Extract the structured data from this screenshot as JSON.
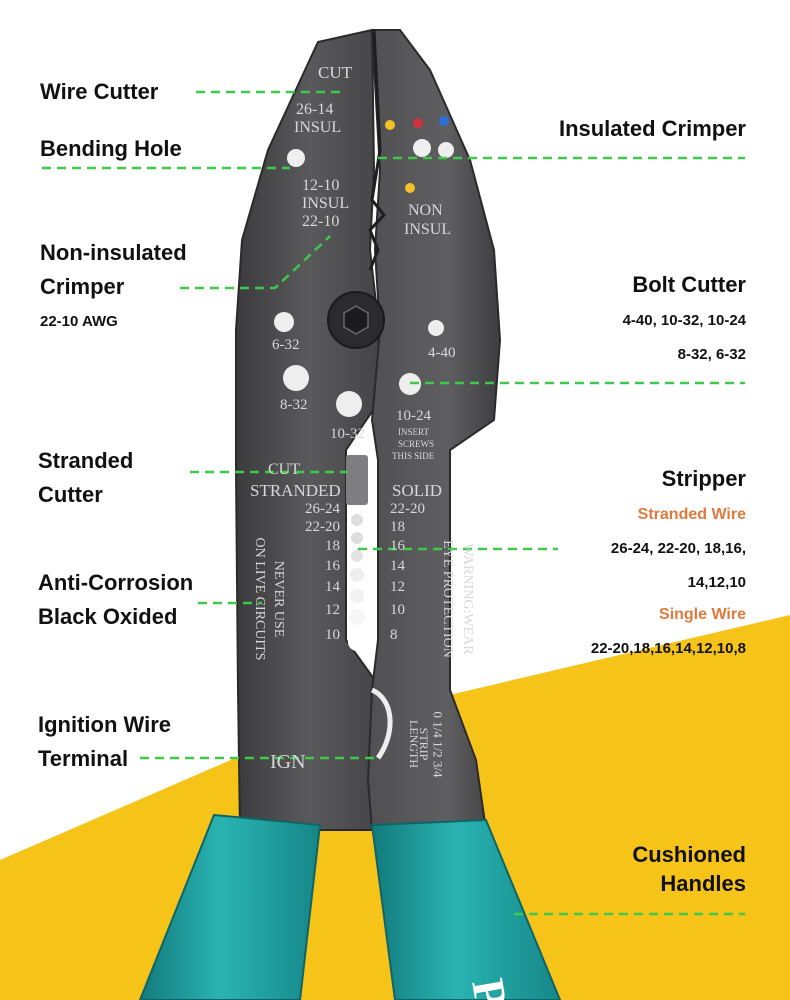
{
  "colors": {
    "accent_yellow": "#f6c319",
    "handle_teal": "#1fa4a4",
    "leader_green": "#3ec94a",
    "highlight_orange": "#e07a3c",
    "steel": "#4d4d4f"
  },
  "callouts": {
    "wire_cutter": "Wire Cutter",
    "bending_hole": "Bending Hole",
    "non_insulated_1": "Non-insulated",
    "non_insulated_2": "Crimper",
    "non_insulated_awg": "22-10 AWG",
    "stranded_cutter_1": "Stranded",
    "stranded_cutter_2": "Cutter",
    "anti_corrosion_1": "Anti-Corrosion",
    "anti_corrosion_2": "Black Oxided",
    "ignition_1": "Ignition Wire",
    "ignition_2": "Terminal",
    "insulated_crimper": "Insulated Crimper",
    "bolt_cutter": "Bolt Cutter",
    "bolt_sizes_1": "4-40, 10-32, 10-24",
    "bolt_sizes_2": "8-32, 6-32",
    "stripper": "Stripper",
    "stranded_wire": "Stranded Wire",
    "stranded_sizes_1": "26-24, 22-20, 18,16,",
    "stranded_sizes_2": "14,12,10",
    "single_wire": "Single Wire",
    "single_sizes": "22-20,18,16,14,12,10,8",
    "cushioned_1": "Cushioned",
    "cushioned_2": "Handles"
  },
  "engravings": {
    "cut_top": "CUT",
    "ins_26_14_a": "26-14",
    "ins_26_14_b": "INSUL",
    "ins_12_10_a": "12-10",
    "ins_12_10_b": "INSUL",
    "ins_12_10_c": "22-10",
    "non_a": "NON",
    "non_b": "INSUL",
    "bolt_6_32_left": "6-32",
    "bolt_4_40": "4-40",
    "bolt_8_32": "8-32",
    "bolt_10_32": "10-32",
    "bolt_10_24": "10-24",
    "insert_1": "INSERT",
    "insert_2": "SCREWS",
    "insert_3": "THIS SIDE",
    "cut_mid": "CUT",
    "stranded": "STRANDED",
    "solid": "SOLID",
    "left_gauges": [
      "26-24",
      "22-20",
      "18",
      "16",
      "14",
      "12",
      "10"
    ],
    "right_gauges": [
      "22-20",
      "18",
      "16",
      "14",
      "12",
      "10",
      "8"
    ],
    "never_1": "NEVER USE",
    "never_2": "ON LIVE CIRCUITS",
    "warning_1": "WARNING:WEAR",
    "warning_2": "EYE PROTECTION",
    "ign": "IGN",
    "scale": "0  1/4  1/2  3/4",
    "strip_1": "STRIP",
    "strip_2": "LENGTH",
    "brand_partial": "Pr"
  }
}
